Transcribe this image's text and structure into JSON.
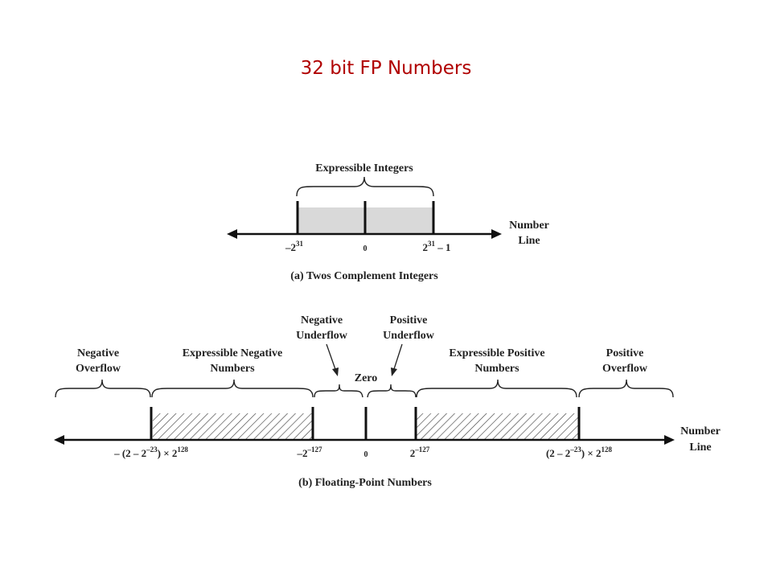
{
  "title": "32 bit FP Numbers",
  "part_a": {
    "caption": "(a) Twos Complement Integers",
    "range_label": "Expressible Integers",
    "axis_label": [
      "Number",
      "Line"
    ],
    "ticks": {
      "neg_base": "–2",
      "neg_exp": "31",
      "zero": "0",
      "pos_base": "2",
      "pos_exp": "31",
      "pos_suffix": " – 1"
    }
  },
  "part_b": {
    "caption": "(b) Floating-Point Numbers",
    "axis_label": [
      "Number",
      "Line"
    ],
    "regions": {
      "negative_overflow": [
        "Negative",
        "Overflow"
      ],
      "expressible_negative": [
        "Expressible Negative",
        "Numbers"
      ],
      "negative_underflow": [
        "Negative",
        "Underflow"
      ],
      "zero": "Zero",
      "positive_underflow": [
        "Positive",
        "Underflow"
      ],
      "expressible_positive": [
        "Expressible Positive",
        "Numbers"
      ],
      "positive_overflow": [
        "Positive",
        "Overflow"
      ]
    },
    "ticks": {
      "neg_max_prefix": "– (2 – 2",
      "neg_max_exp1": "–23",
      "neg_max_mid": ") × 2",
      "neg_max_exp2": "128",
      "neg_min_base": "–2",
      "neg_min_exp": "–127",
      "zero": "0",
      "pos_min_base": "2",
      "pos_min_exp": "–127",
      "pos_max_prefix": "(2 – 2",
      "pos_max_exp1": "–23",
      "pos_max_mid": ") × 2",
      "pos_max_exp2": "128"
    }
  }
}
